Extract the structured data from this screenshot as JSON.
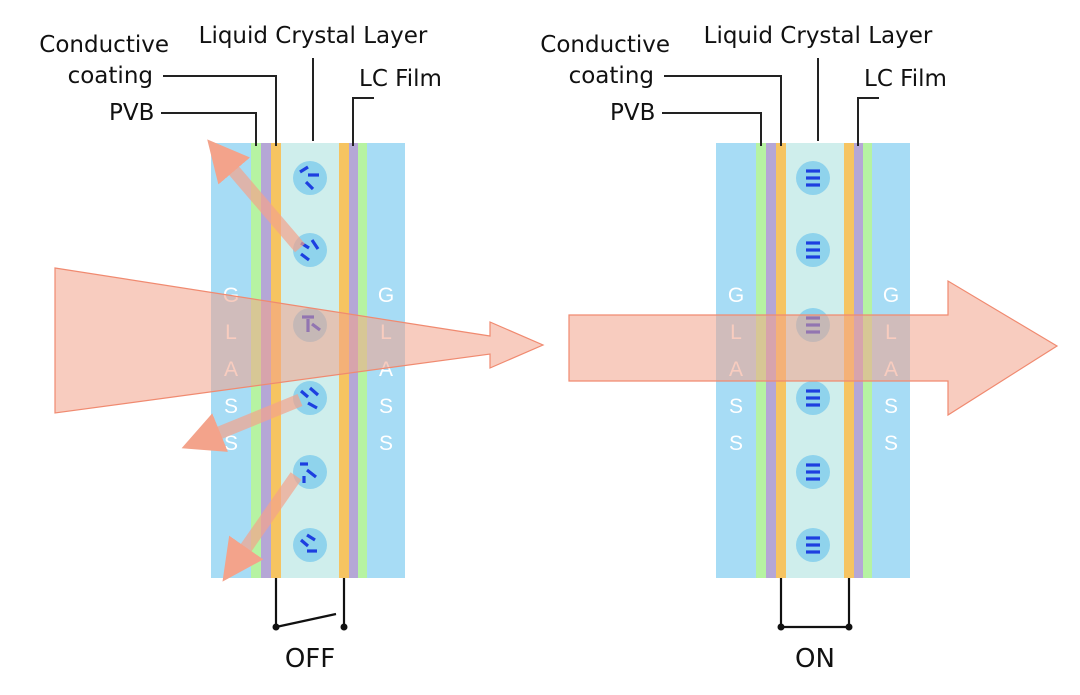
{
  "colors": {
    "glass": "#a7dcf5",
    "pvb": "#b6f3a2",
    "lc_film": "#b5a7d6",
    "conductive_coating": "#f6c461",
    "lc_layer": "#cfeeec",
    "molecule_bubble": "#8fd3ec",
    "molecule": "#1d3fe0",
    "light": "#f3a38b",
    "light_edge": "#f08a70",
    "wire": "#111111"
  },
  "panels": [
    {
      "id": "off",
      "state_label": "OFF",
      "switch": "open",
      "labels": {
        "conductive": [
          "Conductive",
          "coating"
        ],
        "lc_layer": "Liquid Crystal Layer",
        "lc_film": "LC Film",
        "pvb": "PVB"
      },
      "glass_letters": [
        "G",
        "L",
        "A",
        "S",
        "S"
      ],
      "molecule_orientation": "random",
      "light_behavior": "scattered"
    },
    {
      "id": "on",
      "state_label": "ON",
      "switch": "closed",
      "labels": {
        "conductive": [
          "Conductive",
          "coating"
        ],
        "lc_layer": "Liquid Crystal Layer",
        "lc_film": "LC Film",
        "pvb": "PVB"
      },
      "glass_letters": [
        "G",
        "L",
        "A",
        "S",
        "S"
      ],
      "molecule_orientation": "aligned",
      "light_behavior": "transmitted"
    }
  ]
}
